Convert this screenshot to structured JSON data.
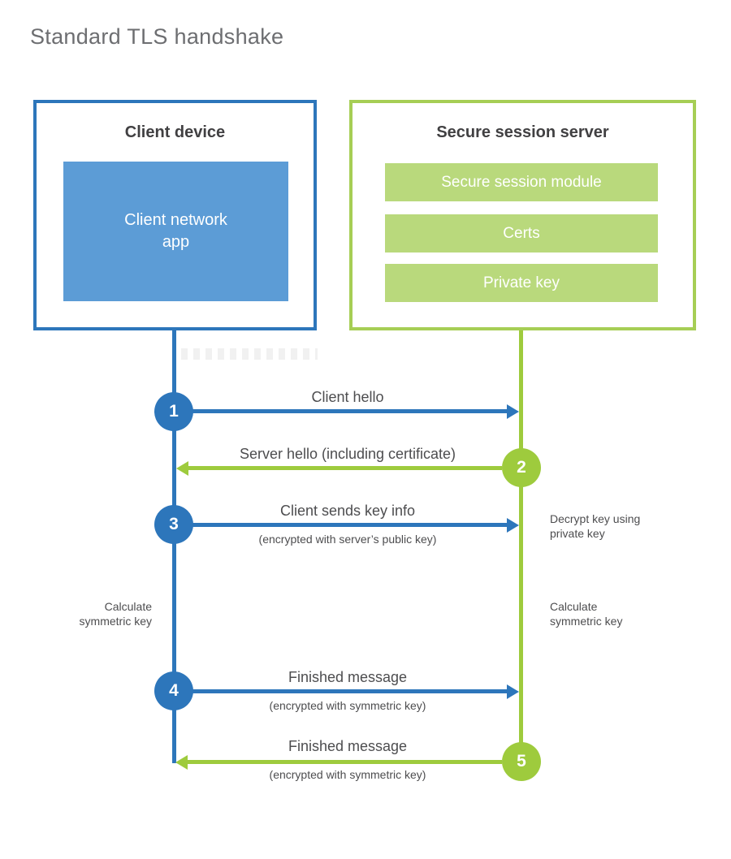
{
  "title": "Standard TLS handshake",
  "colors": {
    "blue": "#2d76bb",
    "blue_fill": "#5c9cd6",
    "green": "#9ecb3d",
    "green_border": "#a6ce55",
    "green_fill": "#b9d97c",
    "heading_text": "#414042",
    "label_text": "#4d4d4f",
    "title_text": "#6d6e71"
  },
  "client": {
    "title": "Client device",
    "app_label": "Client network\napp"
  },
  "server": {
    "title": "Secure session server",
    "modules": [
      "Secure session module",
      "Certs",
      "Private key"
    ]
  },
  "steps": [
    {
      "num": "1",
      "label": "Client hello",
      "direction": "right",
      "color": "blue"
    },
    {
      "num": "2",
      "label": "Server hello (including certificate)",
      "direction": "left",
      "color": "green"
    },
    {
      "num": "3",
      "label": "Client sends key info",
      "sub": "(encrypted with server’s public key)",
      "direction": "right",
      "color": "blue"
    },
    {
      "num": "4",
      "label": "Finished message",
      "sub": "(encrypted with symmetric key)",
      "direction": "right",
      "color": "blue"
    },
    {
      "num": "5",
      "label": "Finished message",
      "sub": "(encrypted with symmetric key)",
      "direction": "left",
      "color": "green"
    }
  ],
  "notes": {
    "decrypt": "Decrypt key using\nprivate key",
    "calc_left": "Calculate\nsymmetric key",
    "calc_right": "Calculate\nsymmetric key"
  }
}
